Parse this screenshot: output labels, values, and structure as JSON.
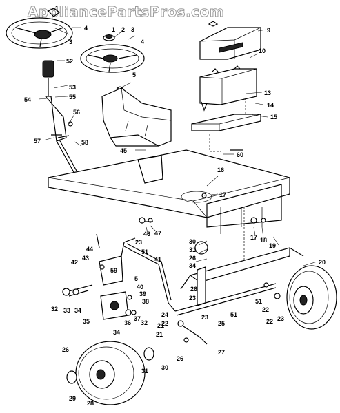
{
  "watermark": "AppliancePartsPros.com",
  "part_labels": [
    {
      "id": "l1",
      "text": "1"
    },
    {
      "id": "l4a",
      "text": "4"
    },
    {
      "id": "l3a",
      "text": "3"
    },
    {
      "id": "l1b",
      "text": "1"
    },
    {
      "id": "l2",
      "text": "2"
    },
    {
      "id": "l3b",
      "text": "3"
    },
    {
      "id": "l4b",
      "text": "4"
    },
    {
      "id": "l52",
      "text": "52"
    },
    {
      "id": "l5a",
      "text": "5"
    },
    {
      "id": "l53",
      "text": "53"
    },
    {
      "id": "l54",
      "text": "54"
    },
    {
      "id": "l55",
      "text": "55"
    },
    {
      "id": "l56",
      "text": "56"
    },
    {
      "id": "l57",
      "text": "57"
    },
    {
      "id": "l58",
      "text": "58"
    },
    {
      "id": "l45",
      "text": "45"
    },
    {
      "id": "l9",
      "text": "9"
    },
    {
      "id": "l10",
      "text": "10"
    },
    {
      "id": "l13",
      "text": "13"
    },
    {
      "id": "l14",
      "text": "14"
    },
    {
      "id": "l15",
      "text": "15"
    },
    {
      "id": "l60",
      "text": "60"
    },
    {
      "id": "l16",
      "text": "16"
    },
    {
      "id": "l17a",
      "text": "17"
    },
    {
      "id": "l17b",
      "text": "17"
    },
    {
      "id": "l18",
      "text": "18"
    },
    {
      "id": "l19",
      "text": "19"
    },
    {
      "id": "l46",
      "text": "46"
    },
    {
      "id": "l47",
      "text": "47"
    },
    {
      "id": "l30a",
      "text": "30"
    },
    {
      "id": "l31a",
      "text": "31"
    },
    {
      "id": "l26a",
      "text": "26"
    },
    {
      "id": "l34a",
      "text": "34"
    },
    {
      "id": "l20",
      "text": "20"
    },
    {
      "id": "l44",
      "text": "44"
    },
    {
      "id": "l23a",
      "text": "23"
    },
    {
      "id": "l51a",
      "text": "51"
    },
    {
      "id": "l41",
      "text": "41"
    },
    {
      "id": "l43",
      "text": "43"
    },
    {
      "id": "l42",
      "text": "42"
    },
    {
      "id": "l59",
      "text": "59"
    },
    {
      "id": "l5b",
      "text": "5"
    },
    {
      "id": "l40",
      "text": "40"
    },
    {
      "id": "l39",
      "text": "39"
    },
    {
      "id": "l38",
      "text": "38"
    },
    {
      "id": "l32a",
      "text": "32"
    },
    {
      "id": "l33",
      "text": "33"
    },
    {
      "id": "l34b",
      "text": "34"
    },
    {
      "id": "l35",
      "text": "35"
    },
    {
      "id": "l36",
      "text": "36"
    },
    {
      "id": "l37",
      "text": "37"
    },
    {
      "id": "l32b",
      "text": "32"
    },
    {
      "id": "l34c",
      "text": "34"
    },
    {
      "id": "l26b",
      "text": "26"
    },
    {
      "id": "l23b",
      "text": "23"
    },
    {
      "id": "l24",
      "text": "24"
    },
    {
      "id": "l51b",
      "text": "51"
    },
    {
      "id": "l23c",
      "text": "23"
    },
    {
      "id": "l22a",
      "text": "22"
    },
    {
      "id": "l21a",
      "text": "21"
    },
    {
      "id": "l21b",
      "text": "21"
    },
    {
      "id": "l51c",
      "text": "51"
    },
    {
      "id": "l22b",
      "text": "22"
    },
    {
      "id": "l22c",
      "text": "22"
    },
    {
      "id": "l23d",
      "text": "23"
    },
    {
      "id": "l25",
      "text": "25"
    },
    {
      "id": "l27",
      "text": "27"
    },
    {
      "id": "l26c",
      "text": "26"
    },
    {
      "id": "l31b",
      "text": "31"
    },
    {
      "id": "l30b",
      "text": "30"
    },
    {
      "id": "l26d",
      "text": "26"
    },
    {
      "id": "l29",
      "text": "29"
    },
    {
      "id": "l28",
      "text": "28"
    }
  ]
}
